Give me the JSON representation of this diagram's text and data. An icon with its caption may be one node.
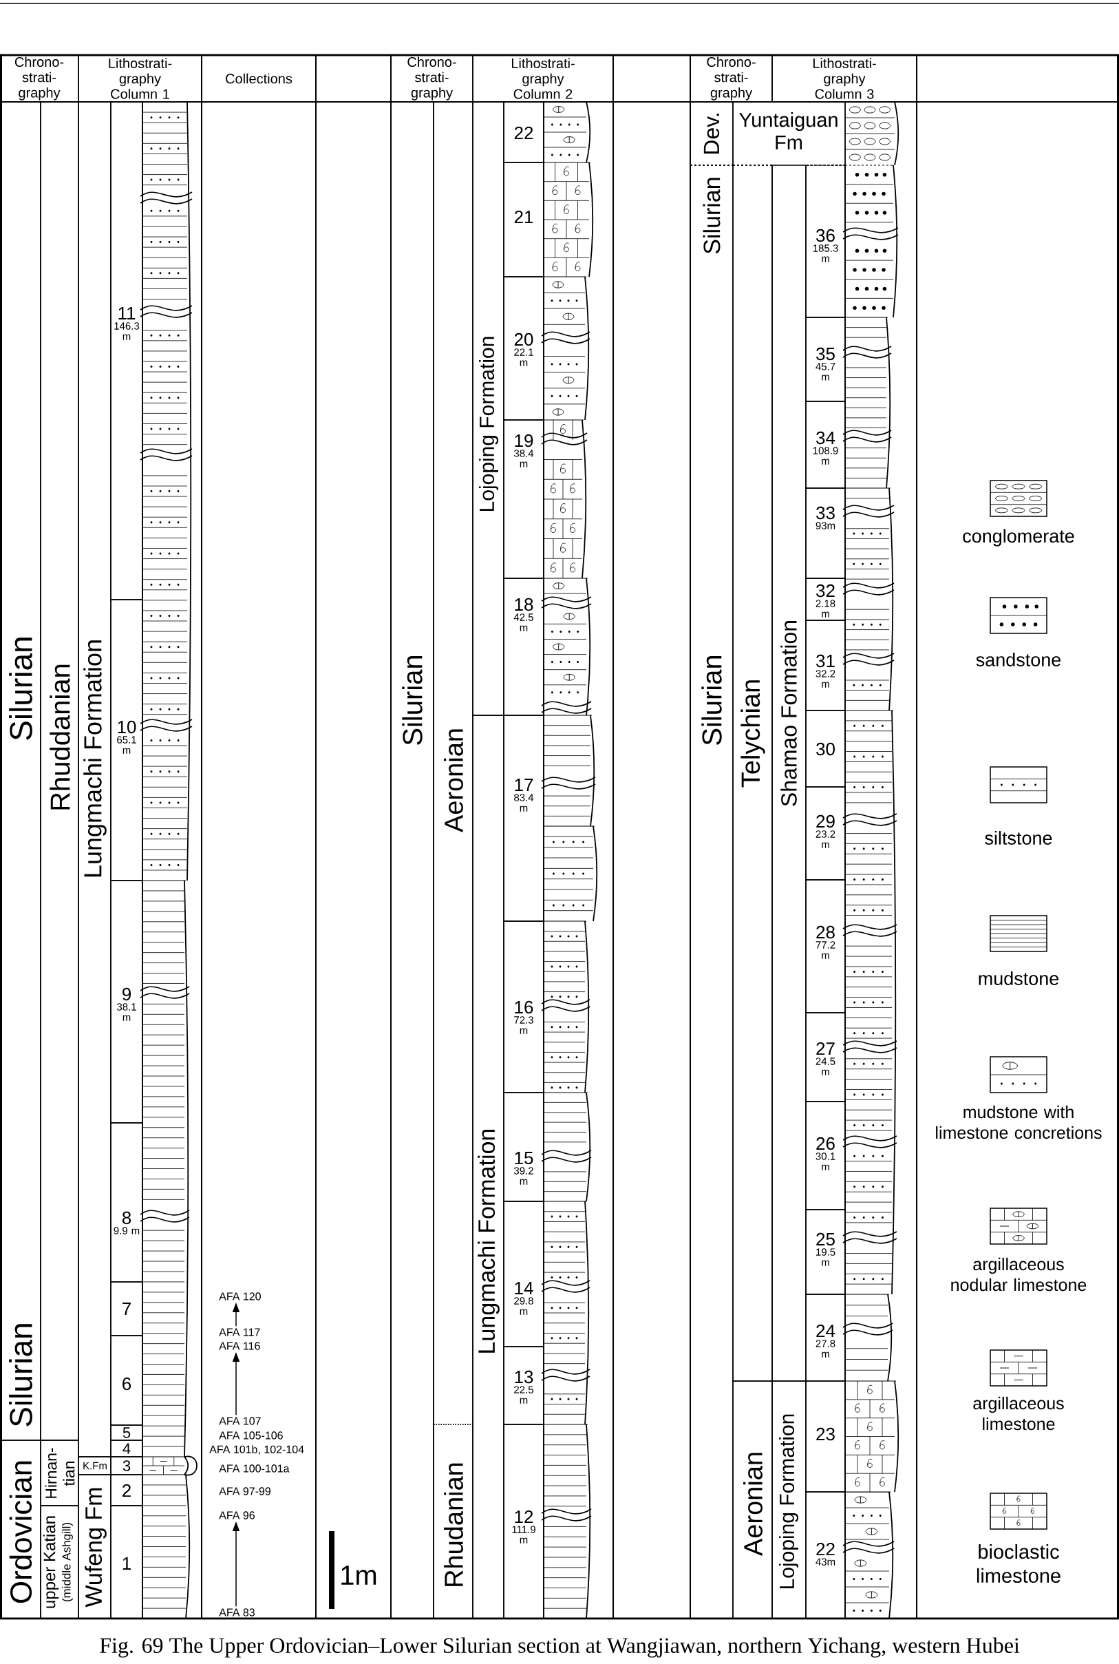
{
  "diagram": {
    "caption": "Fig. 69 The Upper Ordovician–Lower Silurian section at Wangjiawan, northern Yichang, western Hubei",
    "nodes": [
      {
        "text": [
          "Chrono- strati- graphy"
        ]
      },
      {
        "text": [
          "Lithostrati- graphy Column 1"
        ]
      },
      {
        "text": [
          "Collections"
        ]
      },
      {
        "text": [
          "Chrono- strati- graphy"
        ]
      },
      {
        "text": [
          "Lithostrati- graphy Column 2"
        ]
      },
      {
        "text": [
          "Chrono- strati- graphy"
        ]
      },
      {
        "text": [
          "Lithostrati- graphy Column 3"
        ]
      },
      {
        "text": [
          "Silurian",
          "Silurian"
        ]
      },
      {
        "text": [
          "Ordovician"
        ]
      },
      {
        "text": [
          "Rhuddanian"
        ]
      },
      {
        "text": [
          "Hirnan- tian"
        ]
      },
      {
        "text": [
          "upper Katian",
          "(middle Ashgill)"
        ]
      },
      {
        "text": [
          "Lungmachi Formation"
        ]
      },
      {
        "text": [
          "K.Fm"
        ]
      },
      {
        "text": [
          "Wufeng Fm"
        ]
      },
      {
        "text": [
          "11",
          "146.3 m"
        ]
      },
      {
        "text": [
          "10",
          "65.1 m"
        ]
      },
      {
        "text": [
          "9",
          "38.1 m"
        ]
      },
      {
        "text": [
          "8",
          "9.9 m"
        ]
      },
      {
        "text": [
          "7"
        ]
      },
      {
        "text": [
          "6"
        ]
      },
      {
        "text": [
          "5"
        ]
      },
      {
        "text": [
          "4"
        ]
      },
      {
        "text": [
          "3"
        ]
      },
      {
        "text": [
          "2"
        ]
      },
      {
        "text": [
          "1"
        ]
      },
      {
        "text": [
          "Silurian"
        ]
      },
      {
        "text": [
          "Aeronian"
        ]
      },
      {
        "text": [
          "Rhudanian"
        ]
      },
      {
        "text": [
          "Lojoping Formation"
        ]
      },
      {
        "text": [
          "Lungmachi Formation"
        ]
      },
      {
        "text": [
          "22"
        ]
      },
      {
        "text": [
          "21"
        ]
      },
      {
        "text": [
          "20",
          "22.1 m"
        ]
      },
      {
        "text": [
          "19",
          "38.4 m"
        ]
      },
      {
        "text": [
          "18",
          "42.5 m"
        ]
      },
      {
        "text": [
          "17",
          "83.4 m"
        ]
      },
      {
        "text": [
          "16",
          "72.3 m"
        ]
      },
      {
        "text": [
          "15",
          "39.2 m"
        ]
      },
      {
        "text": [
          "14",
          "29.8 m"
        ]
      },
      {
        "text": [
          "13",
          "22.5 m"
        ]
      },
      {
        "text": [
          "12",
          "111.9 m"
        ]
      },
      {
        "text": [
          "Dev."
        ]
      },
      {
        "text": [
          "Silurian",
          "Silurian"
        ]
      },
      {
        "text": [
          "Yuntaiguan Fm"
        ]
      },
      {
        "text": [
          "Telychian"
        ]
      },
      {
        "text": [
          "Aeronian"
        ]
      },
      {
        "text": [
          "Shamao Formation"
        ]
      },
      {
        "text": [
          "Lojoping Formation"
        ]
      },
      {
        "text": [
          "36",
          "185.3 m"
        ]
      },
      {
        "text": [
          "35",
          "45.7 m"
        ]
      },
      {
        "text": [
          "34",
          "108.9 m"
        ]
      },
      {
        "text": [
          "33",
          "93m"
        ]
      },
      {
        "text": [
          "32",
          "2.18 m"
        ]
      },
      {
        "text": [
          "31",
          "32.2 m"
        ]
      },
      {
        "text": [
          "30"
        ]
      },
      {
        "text": [
          "29",
          "23.2 m"
        ]
      },
      {
        "text": [
          "28",
          "77.2 m"
        ]
      },
      {
        "text": [
          "27",
          "24.5 m"
        ]
      },
      {
        "text": [
          "26",
          "30.1 m"
        ]
      },
      {
        "text": [
          "25",
          "19.5 m"
        ]
      },
      {
        "text": [
          "24",
          "27.8 m"
        ]
      },
      {
        "text": [
          "23"
        ]
      },
      {
        "text": [
          "22",
          "43m"
        ]
      },
      {
        "text": [
          "AFA 120"
        ]
      },
      {
        "text": [
          "AFA 117"
        ]
      },
      {
        "text": [
          "AFA 116"
        ]
      },
      {
        "text": [
          "AFA 107"
        ]
      },
      {
        "text": [
          "AFA 96"
        ]
      },
      {
        "text": [
          "AFA 83"
        ]
      }
    ],
    "edges": [
      {
        "from": 69,
        "to": 68,
        "arrow": "to"
      },
      {
        "from": 67,
        "to": 66,
        "arrow": "to"
      },
      {
        "from": 65,
        "to": 64,
        "arrow": "to"
      }
    ],
    "labels": [
      "AFA 105-106",
      "AFA 101b, 102-104",
      "AFA 100-101a",
      "AFA 97-99",
      "1m"
    ],
    "legend": [
      {
        "text": "conglomerate"
      },
      {
        "text": "sandstone"
      },
      {
        "text": "siltstone"
      },
      {
        "text": "mudstone"
      },
      {
        "text": "mudstone with limestone concretions"
      },
      {
        "text": "argillaceous nodular limestone"
      },
      {
        "text": "argillaceous limestone"
      },
      {
        "text": "bioclastic limestone"
      }
    ]
  }
}
